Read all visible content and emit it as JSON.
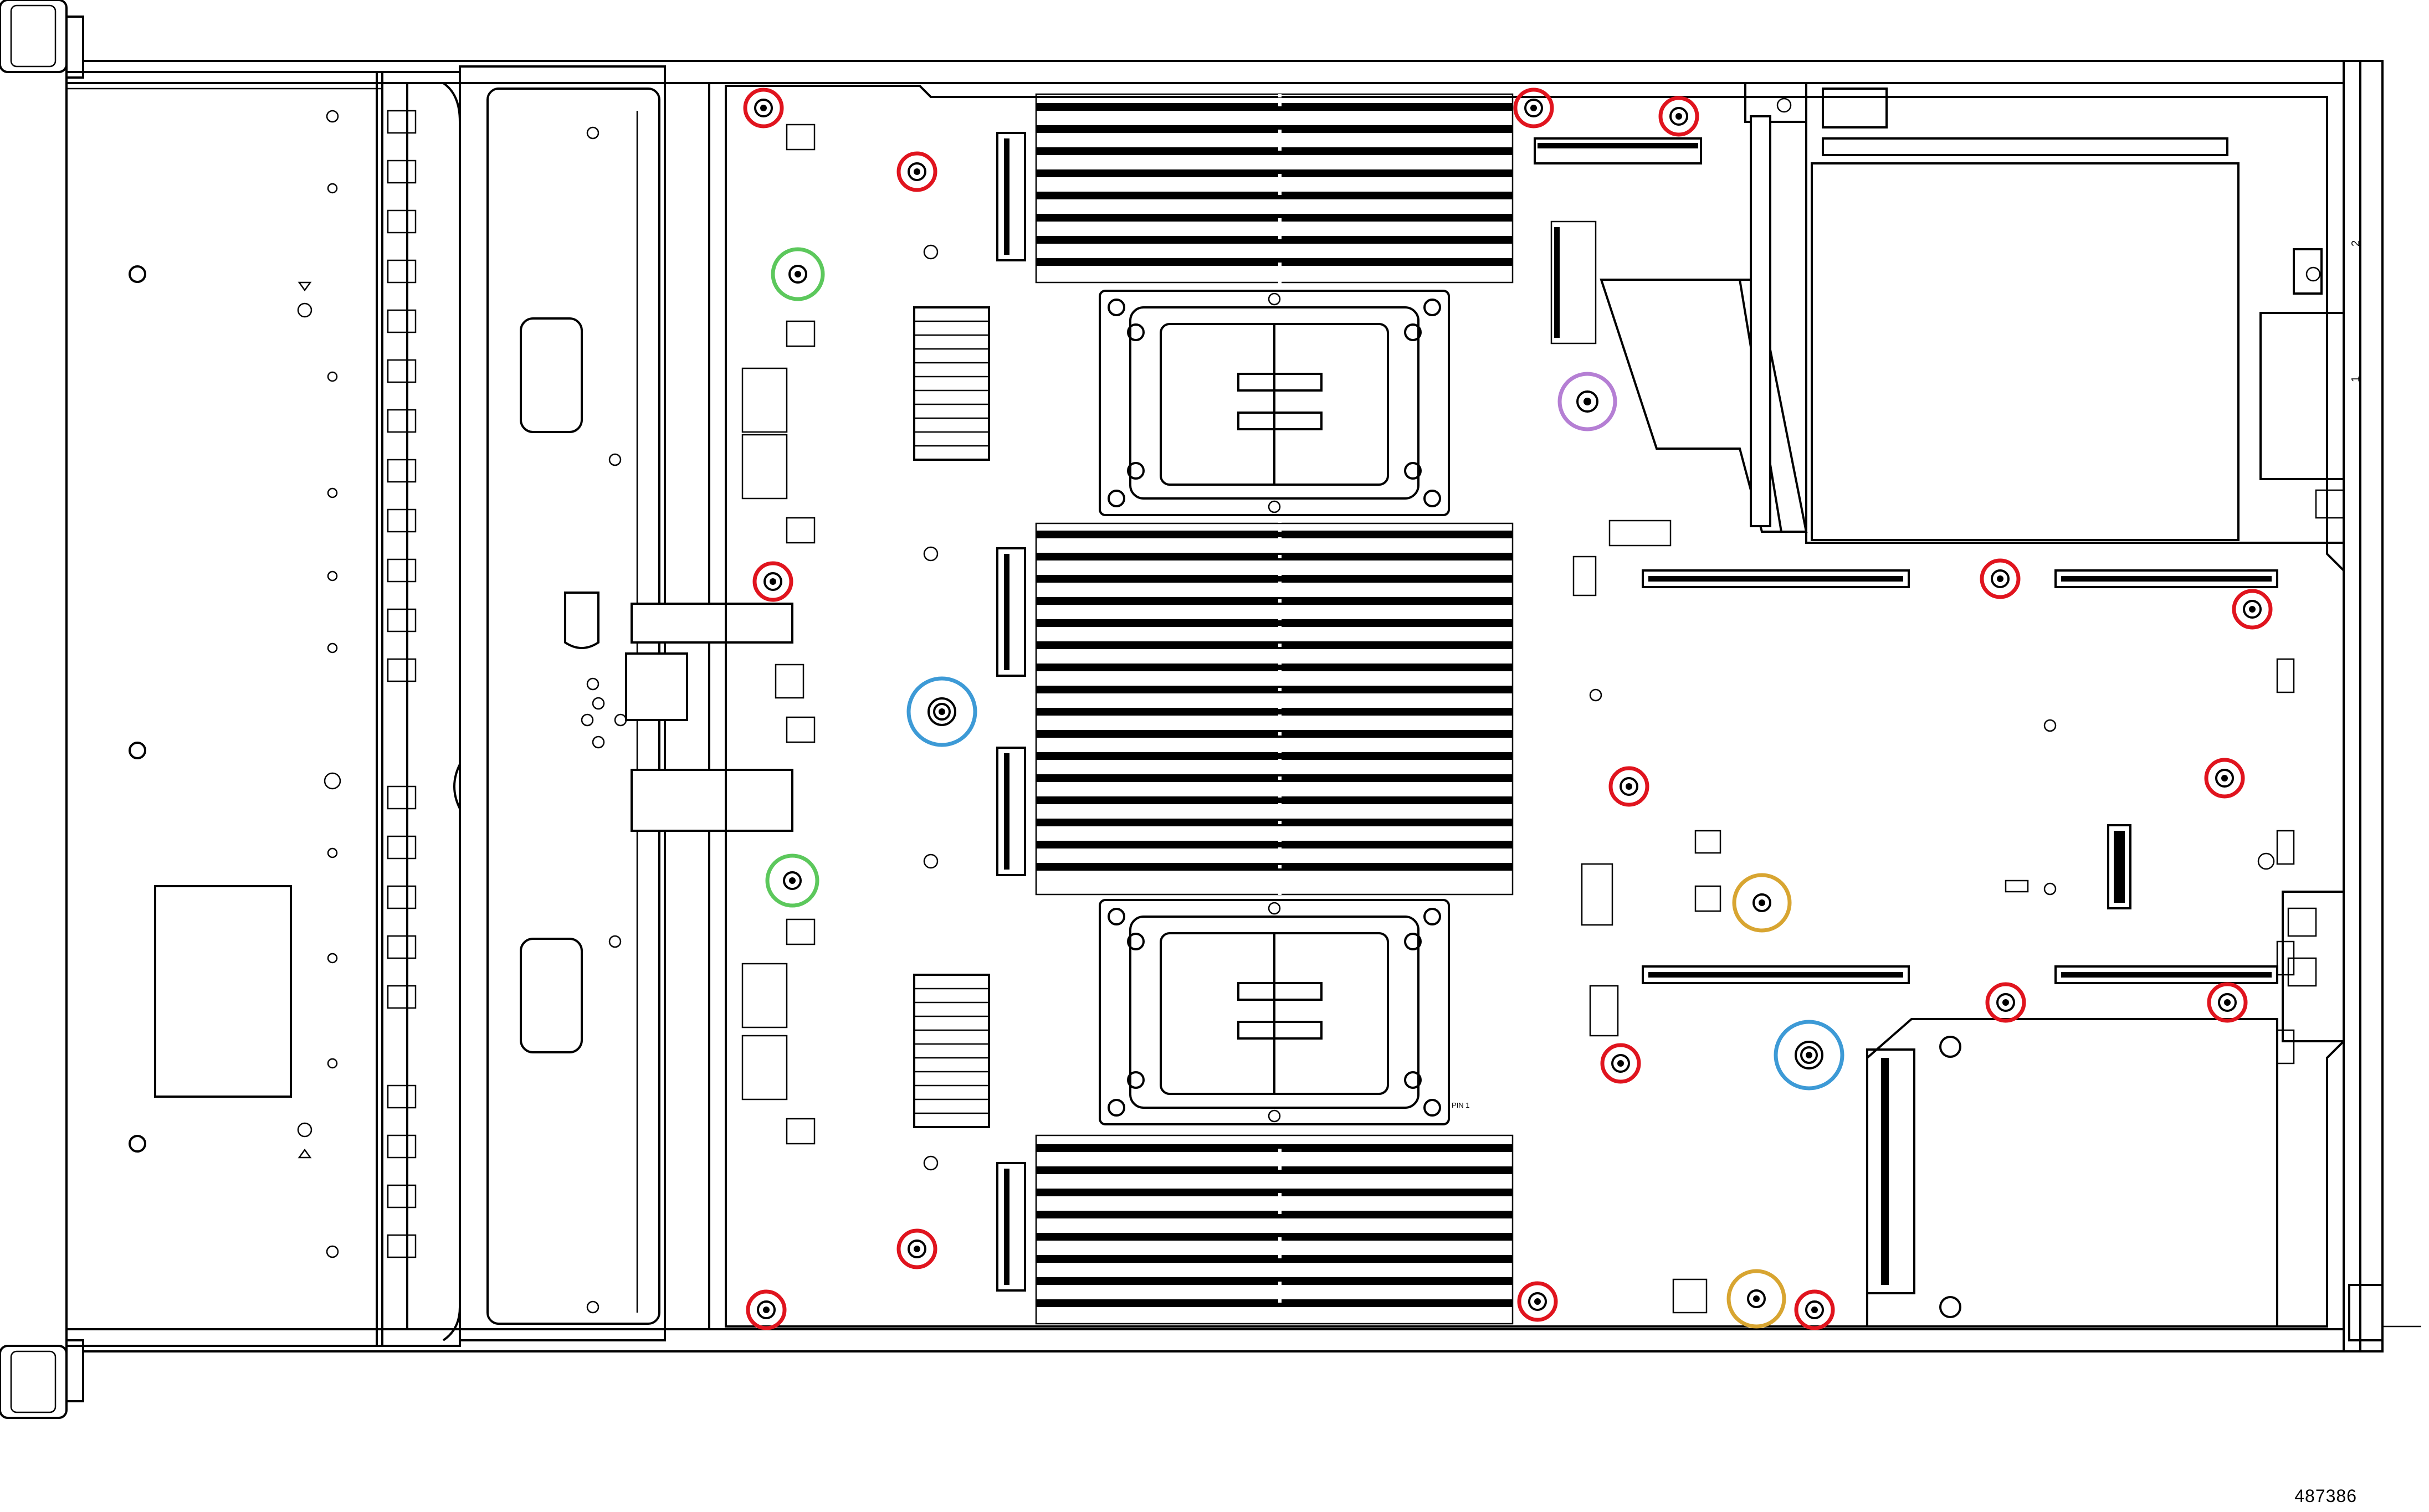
{
  "figure": {
    "id": "487386",
    "pin_label": "PIN 1",
    "board_marks": [
      "2",
      "1"
    ],
    "callout_colors": {
      "red": "#e0141e",
      "green": "#5cc85c",
      "blue": "#3d9ad6",
      "yellow": "#d8a531",
      "purple": "#b57fd4"
    }
  }
}
